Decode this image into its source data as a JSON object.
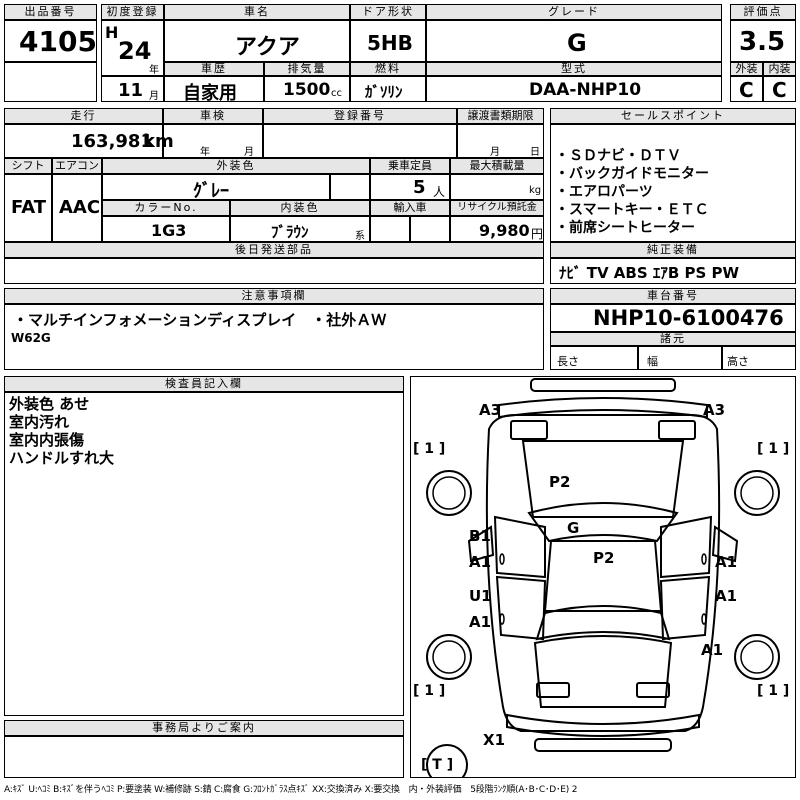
{
  "header_labels": {
    "lot_number": "出品番号",
    "first_reg": "初度登録",
    "car_name": "車名",
    "door": "ドア形状",
    "grade": "グレード",
    "score": "評価点",
    "history": "車歴",
    "displacement": "排気量",
    "fuel": "燃料",
    "model_code": "型式",
    "exterior": "外装",
    "interior": "内装",
    "mileage": "走行",
    "inspection": "車検",
    "registration": "登録番号",
    "transfer_deadline": "譲渡書類期限",
    "sales_points": "セールスポイント",
    "shift": "シフト",
    "aircon": "エアコン",
    "ext_color": "外装色",
    "capacity": "乗車定員",
    "max_load": "最大積載量",
    "color_no": "カラーNo.",
    "int_color": "内装色",
    "import": "輸入車",
    "recycle": "リサイクル預託金",
    "later_parts": "後日発送部品",
    "genuine_equipment": "純正装備",
    "notes": "注意事項欄",
    "chassis_no": "車台番号",
    "specs": "諸元",
    "inspector_notes": "検査員記入欄",
    "office_notes": "事務局よりご案内"
  },
  "lot_number": "4105",
  "era": "H",
  "year": "24",
  "year_unit": "年",
  "month": "11",
  "month_unit": "月",
  "car_name": "アクア",
  "door": "5HB",
  "grade": "G",
  "score": "3.5",
  "history": "自家用",
  "displacement": "1500",
  "displacement_unit": "cc",
  "fuel": "ｶﾞｿﾘﾝ",
  "model_code": "DAA-NHP10",
  "exterior_score": "C",
  "interior_score": "C",
  "mileage": "163,981",
  "mileage_unit": "km",
  "inspection_year_unit": "年",
  "inspection_month_unit": "月",
  "deadline_month_unit": "月",
  "deadline_day_unit": "日",
  "sales_points": [
    "・ＳＤナビ・ＤＴＶ",
    "・バックガイドモニター",
    "・エアロパーツ",
    "・スマートキー・ＥＴＣ",
    "・前席シートヒーター"
  ],
  "shift": "FAT",
  "aircon": "AAC",
  "ext_color": "ｸﾞﾚｰ",
  "capacity": "5",
  "capacity_unit": "人",
  "load_unit": "kg",
  "color_no": "1G3",
  "int_color": "ﾌﾞﾗｳﾝ",
  "int_color_unit": "系",
  "recycle": "9,980",
  "recycle_unit": "円",
  "genuine_equipment": "ﾅﾋﾞ  TV  ABS  ｴｱB  PS  PW",
  "notes_line1": "・マルチインフォメーションディスプレイ　・社外ＡＷ",
  "notes_line2": "W62G",
  "chassis_no": "NHP10-6100476",
  "spec_length": "長さ",
  "spec_width": "幅",
  "spec_height": "高さ",
  "inspector_notes": [
    "外装色 あせ",
    "室内汚れ",
    "室内内張傷",
    "ハンドルすれ大"
  ],
  "diagram": {
    "A3_left": "A3",
    "A3_right": "A3",
    "br_tl": "[ 1 ]",
    "br_tr": "[ 1 ]",
    "br_ml": "[ 1 ]",
    "br_mr": "[ 1 ]",
    "br_t": "[ T ]",
    "P2_top": "P2",
    "G": "G",
    "P2_mid": "P2",
    "B1": "B1",
    "A1_ul": "A1",
    "U1": "U1",
    "A1_ll": "A1",
    "A1_ur": "A1",
    "A1_mr": "A1",
    "A1_lr": "A1",
    "X1": "X1"
  },
  "legend": "A:ｷｽﾞ  U:ﾍｺﾐ  B:ｷｽﾞを伴うﾍｺﾐ  P:要塗装  W:補修跡  S:錆  C:腐食  G:ﾌﾛﾝﾄｶﾞﾗｽ点ｷｽﾞ  XX:交換済み  X:要交換　内・外装評価　5段階ﾗﾝｸ順(A･B･C･D･E)  2"
}
